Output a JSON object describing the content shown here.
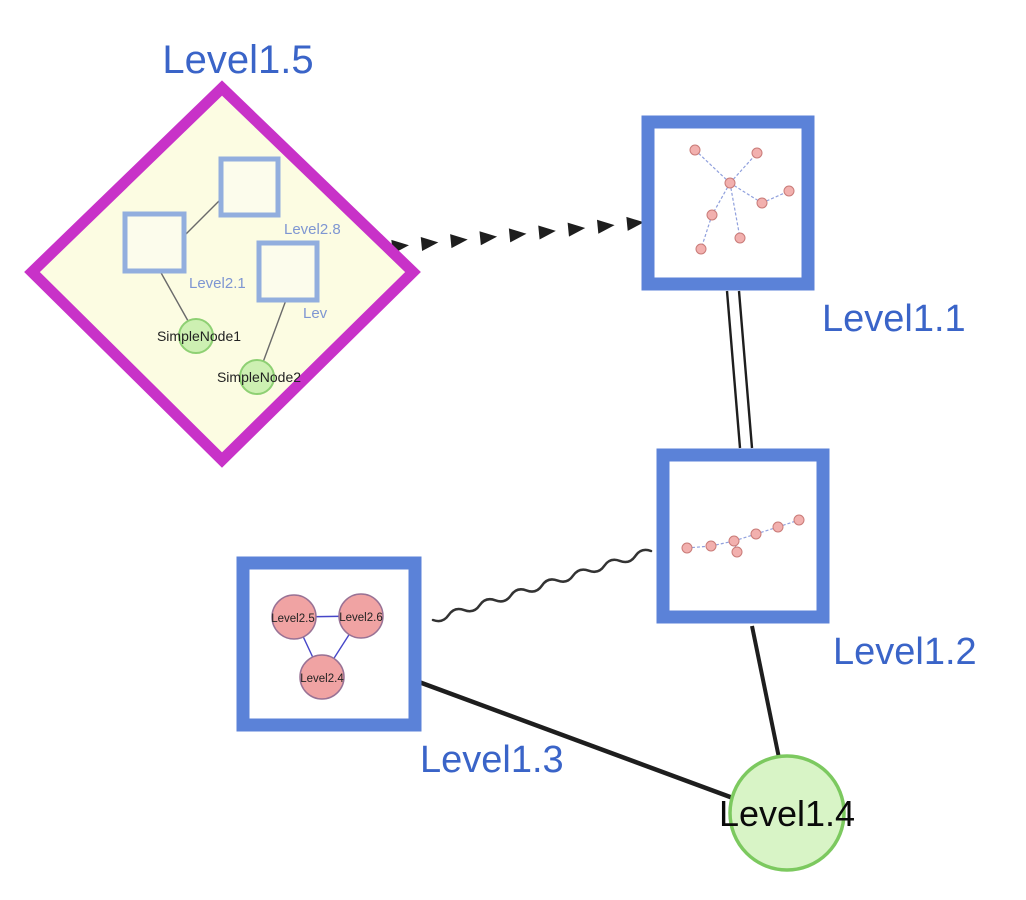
{
  "diagram": {
    "labels": {
      "level15": "Level1.5",
      "level11": "Level1.1",
      "level12": "Level1.2",
      "level13": "Level1.3",
      "level14": "Level1.4",
      "level28": "Level2.8",
      "level21": "Level2.1",
      "lev": "Lev",
      "simplenode1": "SimpleNode1",
      "simplenode2": "SimpleNode2",
      "level25": "Level2.5",
      "level26": "Level2.6",
      "level24": "Level2.4"
    },
    "colors": {
      "label_blue": "#3a64c8",
      "inner_label_blue": "#7e96d2",
      "diamond_stroke": "#c832c8",
      "diamond_fill": "#fcfce2",
      "box_stroke": "#5b82d8",
      "inner_square_stroke": "#92aede",
      "inner_square_fill": "#fcfcec",
      "small_green_fill": "#cdf0b2",
      "small_green_stroke": "#8ed073",
      "level14_fill": "#d8f4c6",
      "level14_stroke": "#7cc95f",
      "pink_node_fill": "#f0a3a3",
      "pink_node_stroke": "#997295",
      "mini_node_fill": "#f2b0ae",
      "mini_edge_blue": "#90a0dd",
      "edge_black": "#1e1e1e"
    }
  }
}
